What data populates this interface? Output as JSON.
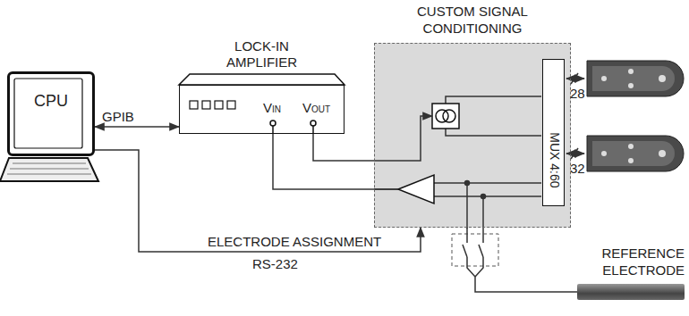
{
  "diagram": {
    "nodes": [
      {
        "text": [
          "CPU"
        ]
      },
      {
        "text": [
          "LOCK-IN AMPLIFIER"
        ]
      },
      {
        "text": [
          "CUSTOM SIGNAL CONDITIONING"
        ]
      },
      {
        "text": [
          "MUX 4:60"
        ],
        "in": 2
      },
      {
        "text": [
          "REFERENCE ELECTRODE"
        ]
      }
    ],
    "edges": [
      {
        "from": 0,
        "to": 1,
        "arrow": "both",
        "label": "GPIB"
      },
      {
        "from": 0,
        "to": 2,
        "arrow": "to",
        "label": "ELECTRODE ASSIGNMENT"
      },
      {
        "from": 1,
        "to": 2,
        "arrow": "to"
      },
      {
        "from": 2,
        "to": 1,
        "arrow": "none"
      },
      {
        "from": 2,
        "to": 4,
        "arrow": "none"
      }
    ],
    "labels": [
      "VIN",
      "VOUT",
      "RS-232",
      "28",
      "32"
    ]
  }
}
